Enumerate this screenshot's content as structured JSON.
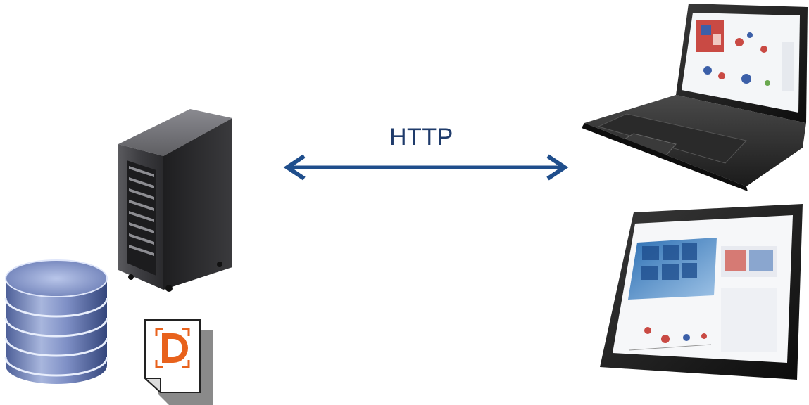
{
  "diagram": {
    "connection": {
      "label": "HTTP",
      "direction": "bidirectional",
      "color": "#1f4e8c"
    },
    "nodes": [
      {
        "id": "server",
        "icon": "server-tower-icon"
      },
      {
        "id": "database",
        "icon": "database-icon"
      },
      {
        "id": "document",
        "icon": "document-d-icon",
        "accent": "#e8621c"
      },
      {
        "id": "laptop",
        "icon": "laptop-icon"
      },
      {
        "id": "tablet",
        "icon": "tablet-icon"
      }
    ]
  }
}
